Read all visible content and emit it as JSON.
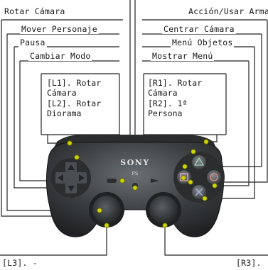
{
  "labels": {
    "left": {
      "rotate_camera": "Rotar Cámara",
      "move_character": "Mover Personaje",
      "pause": "Pausa",
      "change_mode": "Cambiar Modo",
      "l_block": "[L1]. Rotar\nCámara\n[L2]. Rotar\nDiorama"
    },
    "right": {
      "action_use_weapon": "Acción/Usar Arma",
      "center_camera": "Centrar Cámara",
      "objects_menu": "Menú Objetos",
      "show_menu": "Mostrar Menú",
      "r_block": "[R1]. Rotar\nCámara\n[R2]. 1ª\nPersona"
    },
    "bottom": {
      "l3": "[L3]. -",
      "r3": "[R3]."
    }
  },
  "controller": {
    "brand": "SONY",
    "body_color": "#3d4043",
    "accent_color": "#cfd400"
  }
}
